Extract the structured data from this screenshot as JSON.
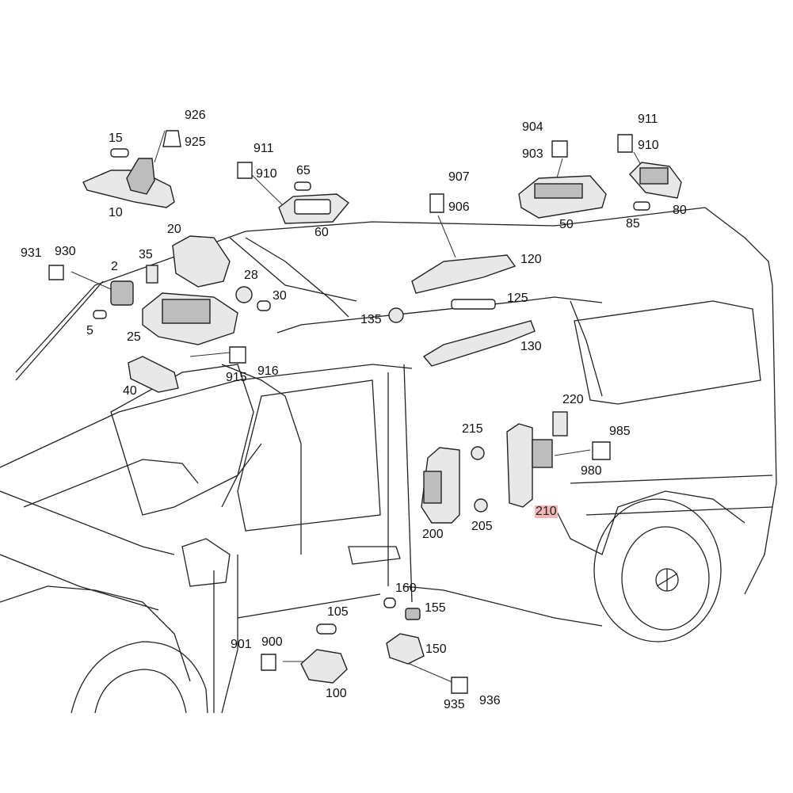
{
  "callouts": [
    {
      "id": "926",
      "text": "926"
    },
    {
      "id": "925",
      "text": "925"
    },
    {
      "id": "15",
      "text": "15"
    },
    {
      "id": "10",
      "text": "10"
    },
    {
      "id": "911a",
      "text": "911"
    },
    {
      "id": "910a",
      "text": "910"
    },
    {
      "id": "65",
      "text": "65"
    },
    {
      "id": "60",
      "text": "60"
    },
    {
      "id": "907",
      "text": "907"
    },
    {
      "id": "906",
      "text": "906"
    },
    {
      "id": "904",
      "text": "904"
    },
    {
      "id": "903",
      "text": "903"
    },
    {
      "id": "50",
      "text": "50"
    },
    {
      "id": "911b",
      "text": "911"
    },
    {
      "id": "910b",
      "text": "910"
    },
    {
      "id": "80",
      "text": "80"
    },
    {
      "id": "85",
      "text": "85"
    },
    {
      "id": "20",
      "text": "20"
    },
    {
      "id": "931",
      "text": "931"
    },
    {
      "id": "930",
      "text": "930"
    },
    {
      "id": "2",
      "text": "2"
    },
    {
      "id": "35",
      "text": "35"
    },
    {
      "id": "28",
      "text": "28"
    },
    {
      "id": "30",
      "text": "30"
    },
    {
      "id": "5",
      "text": "5"
    },
    {
      "id": "25",
      "text": "25"
    },
    {
      "id": "915",
      "text": "915"
    },
    {
      "id": "916",
      "text": "916"
    },
    {
      "id": "40",
      "text": "40"
    },
    {
      "id": "120",
      "text": "120"
    },
    {
      "id": "125",
      "text": "125"
    },
    {
      "id": "135",
      "text": "135"
    },
    {
      "id": "130",
      "text": "130"
    },
    {
      "id": "220",
      "text": "220"
    },
    {
      "id": "215",
      "text": "215"
    },
    {
      "id": "985",
      "text": "985"
    },
    {
      "id": "980",
      "text": "980"
    },
    {
      "id": "200",
      "text": "200"
    },
    {
      "id": "205",
      "text": "205"
    },
    {
      "id": "210",
      "text": "210"
    },
    {
      "id": "160",
      "text": "160"
    },
    {
      "id": "155",
      "text": "155"
    },
    {
      "id": "105",
      "text": "105"
    },
    {
      "id": "901",
      "text": "901"
    },
    {
      "id": "900",
      "text": "900"
    },
    {
      "id": "150",
      "text": "150"
    },
    {
      "id": "100",
      "text": "100"
    },
    {
      "id": "935",
      "text": "935"
    },
    {
      "id": "936",
      "text": "936"
    }
  ],
  "highlighted_callout": "210",
  "colors": {
    "line": "#222222",
    "highlight": "#f2b8b8",
    "background": "#ffffff"
  }
}
